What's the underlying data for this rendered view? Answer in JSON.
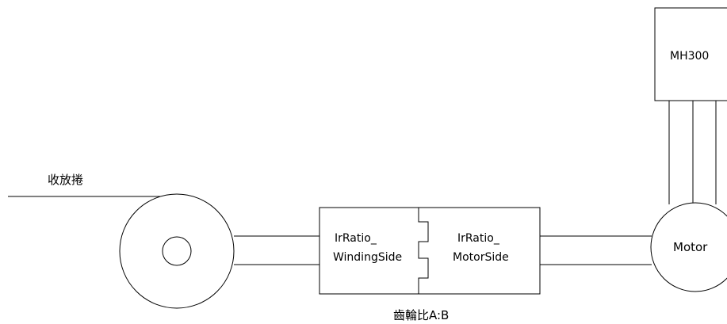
{
  "diagram": {
    "winder_label": "收放捲",
    "gearbox": {
      "winding_side_line1": "IrRatio_",
      "winding_side_line2": "WindingSide",
      "motor_side_line1": "IrRatio_",
      "motor_side_line2": "MotorSide",
      "caption": "齒輪比A:B"
    },
    "motor_label": "Motor",
    "controller_label": "MH300",
    "colors": {
      "stroke": "#000000",
      "background": "#ffffff"
    }
  }
}
